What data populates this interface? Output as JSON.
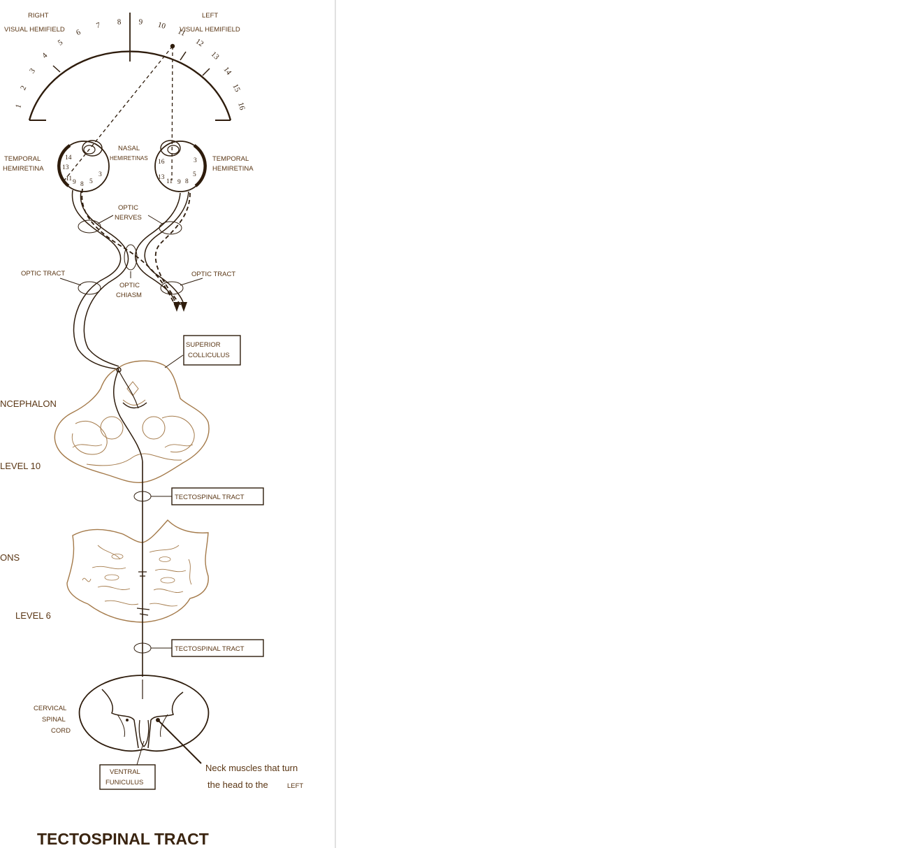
{
  "labels": {
    "right_hemifield_1": "RIGHT",
    "right_hemifield_2": "VISUAL  HEMIFIELD",
    "left_hemifield_1": "LEFT",
    "left_hemifield_2": "VISUAL  HEMIFIELD",
    "temporal_left_1": "TEMPORAL",
    "temporal_left_2": "HEMIRETINA",
    "temporal_right_1": "TEMPORAL",
    "temporal_right_2": "HEMIRETINA",
    "nasal_1": "NASAL",
    "nasal_2": "HEMIRETINAS",
    "optic_nerves_1": "OPTIC",
    "optic_nerves_2": "NERVES",
    "optic_tract_left": "OPTIC  TRACT",
    "optic_tract_right": "OPTIC  TRACT",
    "optic_chiasm_1": "OPTIC",
    "optic_chiasm_2": "CHIASM",
    "superior_colliculus_1": "SUPERIOR",
    "superior_colliculus_2": "COLLICULUS",
    "mesencephalon": "NCEPHALON",
    "level_10": "LEVEL  10",
    "tectospinal_upper": "TECTOSPINAL  TRACT",
    "pons": "ONS",
    "level_6": "LEVEL  6",
    "tectospinal_lower": "TECTOSPINAL  TRACT",
    "cervical_1": "CERVICAL",
    "cervical_2": "SPINAL",
    "cervical_3": "CORD",
    "ventral_1": "VENTRAL",
    "ventral_2": "FUNICULUS",
    "neck_1": "Neck  muscles  that  turn",
    "neck_2": "the  head  to  the",
    "neck_3": "LEFT",
    "title": "TECTOSPINAL   TRACT"
  },
  "hemifield_numbers": [
    "1",
    "2",
    "3",
    "4",
    "5",
    "6",
    "7",
    "8",
    "9",
    "10",
    "11",
    "12",
    "13",
    "14",
    "15",
    "16"
  ],
  "retina_left_numbers": [
    "14",
    "13",
    "11",
    "9",
    "8",
    "5",
    "3"
  ],
  "retina_right_numbers": [
    "16",
    "3",
    "13",
    "11",
    "9",
    "8",
    "5"
  ],
  "colors": {
    "ink": "#2e1c0c",
    "label": "#5a3614",
    "outline": "#a47a4a"
  }
}
